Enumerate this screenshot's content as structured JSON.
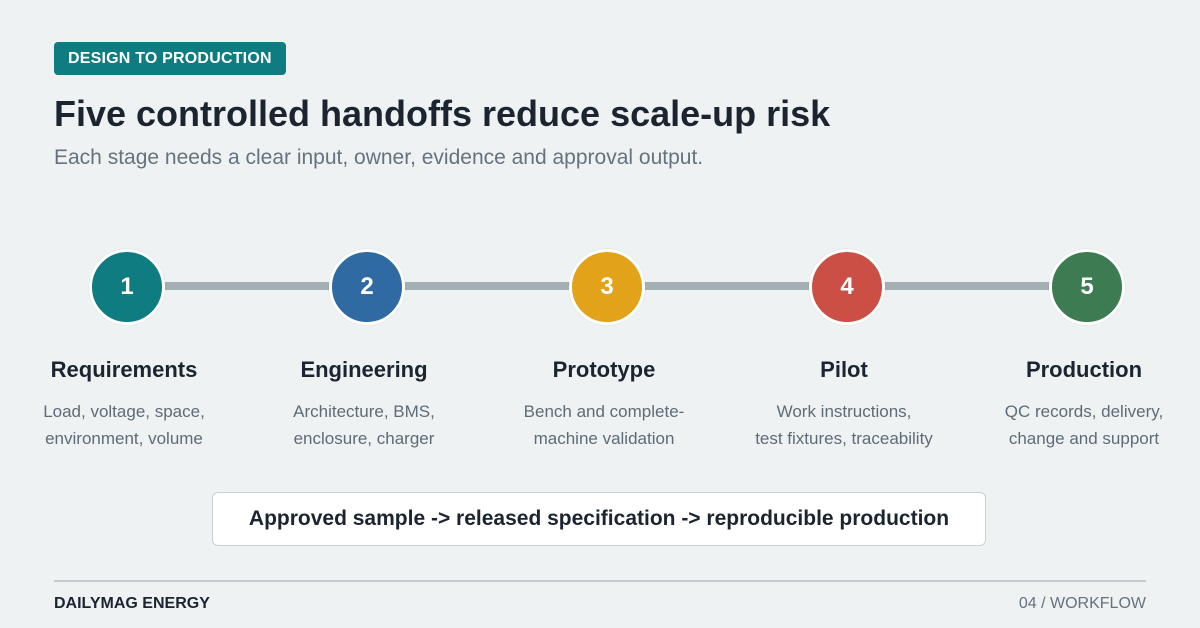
{
  "badge": "DESIGN TO PRODUCTION",
  "title": "Five controlled handoffs reduce scale-up risk",
  "subtitle": "Each stage needs a clear input, owner, evidence and approval output.",
  "stages": [
    {
      "number": "1",
      "name": "Requirements",
      "desc_line1": "Load, voltage, space,",
      "desc_line2": "environment, volume",
      "color": "#0e7c80"
    },
    {
      "number": "2",
      "name": "Engineering",
      "desc_line1": "Architecture, BMS,",
      "desc_line2": "enclosure, charger",
      "color": "#2f6aa3"
    },
    {
      "number": "3",
      "name": "Prototype",
      "desc_line1": "Bench and complete-",
      "desc_line2": "machine validation",
      "color": "#e2a21a"
    },
    {
      "number": "4",
      "name": "Pilot",
      "desc_line1": "Work instructions,",
      "desc_line2": "test fixtures, traceability",
      "color": "#cb4f45"
    },
    {
      "number": "5",
      "name": "Production",
      "desc_line1": "QC records, delivery,",
      "desc_line2": "change and support",
      "color": "#3d7b52"
    }
  ],
  "flow_summary": "Approved sample -> released specification -> reproducible production",
  "footer": {
    "brand": "DAILYMAG ENERGY",
    "page": "04 / WORKFLOW"
  }
}
